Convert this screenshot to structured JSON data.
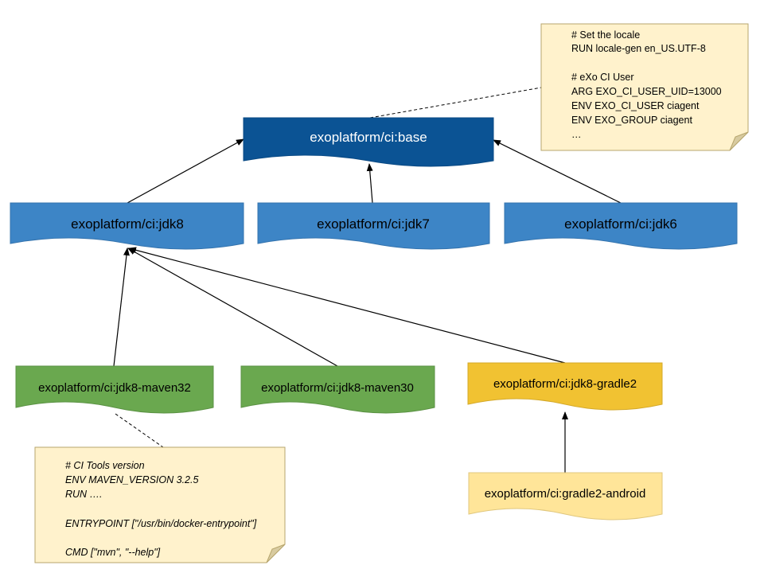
{
  "nodes": {
    "base": {
      "label": "exoplatform/ci:base"
    },
    "jdk8": {
      "label": "exoplatform/ci:jdk8"
    },
    "jdk7": {
      "label": "exoplatform/ci:jdk7"
    },
    "jdk6": {
      "label": "exoplatform/ci:jdk6"
    },
    "jdk8_maven32": {
      "label": "exoplatform/ci:jdk8-maven32"
    },
    "jdk8_maven30": {
      "label": "exoplatform/ci:jdk8-maven30"
    },
    "jdk8_gradle2": {
      "label": "exoplatform/ci:jdk8-gradle2"
    },
    "gradle2_android": {
      "label": "exoplatform/ci:gradle2-android"
    }
  },
  "notes": {
    "base_note": {
      "lines": [
        "# Set the locale",
        "RUN locale-gen en_US.UTF-8",
        "# eXo CI User",
        "ARG EXO_CI_USER_UID=13000",
        "ENV EXO_CI_USER ciagent",
        "ENV EXO_GROUP ciagent",
        "…"
      ]
    },
    "maven_note": {
      "lines": [
        "# CI Tools version",
        "ENV MAVEN_VERSION 3.2.5",
        "RUN ….",
        "ENTRYPOINT [\"/usr/bin/docker-entrypoint\"]",
        "CMD [\"mvn\", \"--help\"]"
      ]
    }
  },
  "colors": {
    "base_fill": "#0b5394",
    "jdk_fill": "#3d85c6",
    "maven_fill": "#6aa84f",
    "gradle2_fill": "#f1c232",
    "android_fill": "#ffe599",
    "note_fill": "#fff2cc",
    "edge_color": "#000000"
  }
}
